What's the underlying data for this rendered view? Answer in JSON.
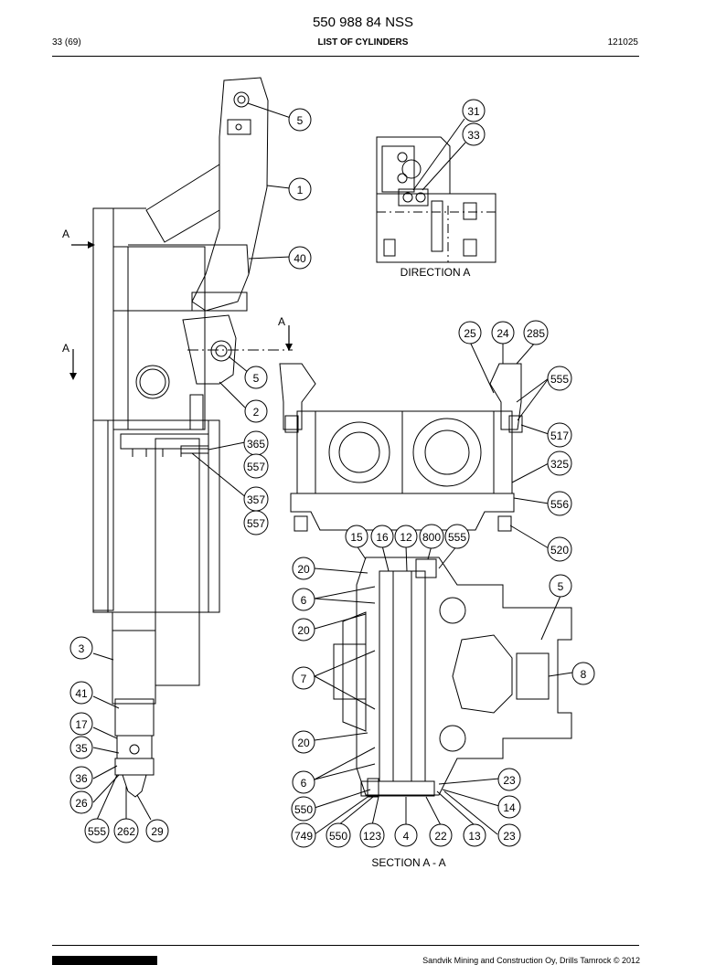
{
  "header": {
    "doc_number": "550 988 84 NSS",
    "page": "33 (69)",
    "title": "LIST OF CYLINDERS",
    "date": "121025"
  },
  "drawing": {
    "direction_label": "DIRECTION A",
    "section_label": "SECTION A - A",
    "arrow_label": "A",
    "callouts_main": [
      "5",
      "1",
      "40",
      "5",
      "2",
      "365",
      "557",
      "357",
      "557",
      "3",
      "41",
      "17",
      "35",
      "36",
      "26",
      "555",
      "262",
      "29"
    ],
    "callouts_direction": [
      "31",
      "33"
    ],
    "callouts_section_top": [
      "25",
      "24",
      "285",
      "555",
      "517",
      "325",
      "556",
      "520"
    ],
    "callouts_section": [
      "15",
      "16",
      "12",
      "800",
      "555",
      "20",
      "6",
      "20",
      "7",
      "5",
      "8",
      "20",
      "6",
      "23",
      "550",
      "14",
      "749",
      "550",
      "123",
      "4",
      "22",
      "13",
      "23"
    ]
  },
  "footer": {
    "text": "Sandvik Mining and Construction Oy, Drills Tamrock © 2012"
  }
}
